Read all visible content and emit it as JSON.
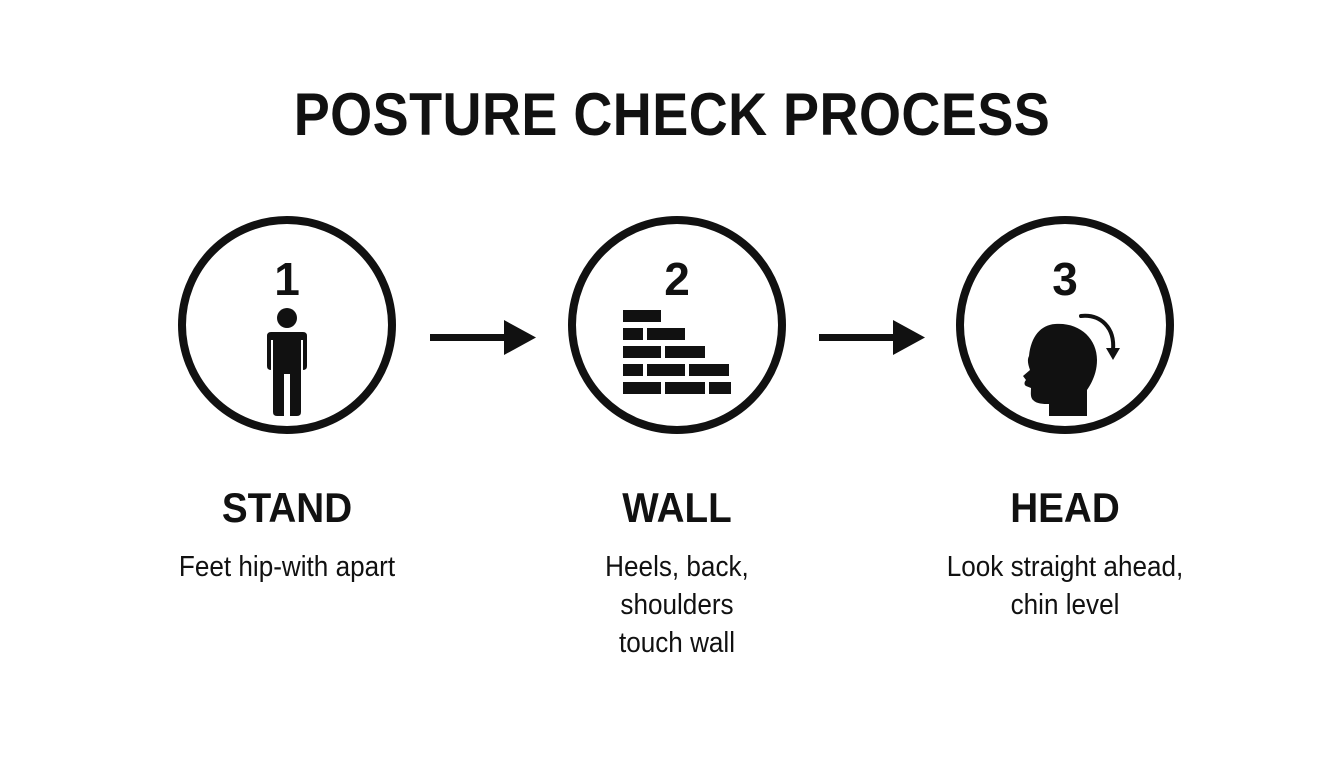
{
  "title": "POSTURE CHECK PROCESS",
  "steps": [
    {
      "number": "1",
      "label": "STAND",
      "description": "Feet hip-with apart",
      "icon": "person-standing-icon"
    },
    {
      "number": "2",
      "label": "WALL",
      "description": "Heels, back,\nshoulders\ntouch wall",
      "icon": "brick-wall-icon"
    },
    {
      "number": "3",
      "label": "HEAD",
      "description": "Look straight ahead,\nchin level",
      "icon": "head-profile-rotate-icon"
    }
  ],
  "connectors": [
    "arrow-right-icon",
    "arrow-right-icon"
  ],
  "colors": {
    "ink": "#111111",
    "background": "#ffffff"
  }
}
